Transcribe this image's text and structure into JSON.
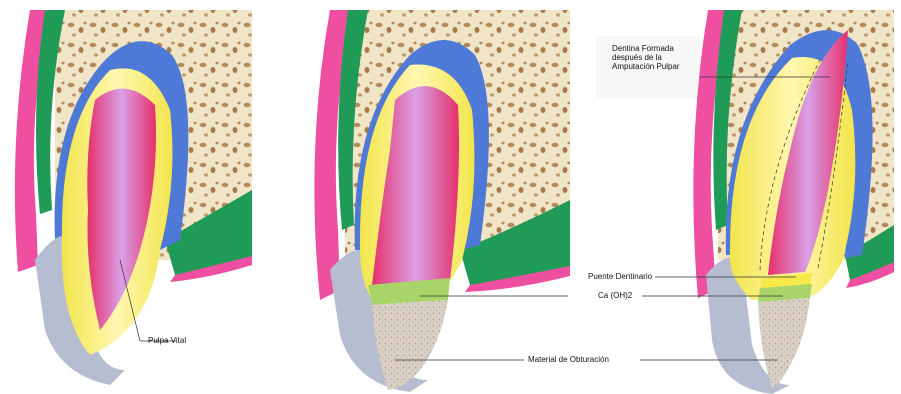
{
  "labels": {
    "dentina_formada": "Dentina Formada después de la Amputación Pulpar",
    "puente_dentinario": "Puente Dentinario",
    "ca_oh2": "Ca (OH)2",
    "pulpa_vital": "Pulpa Vital",
    "material_obturacion": "Material de Obturación"
  },
  "colors": {
    "background": "#ffffff",
    "bone": "#f1e5c8",
    "bone_pores": "#b58a5a",
    "gum_pink": "#ee4fa0",
    "gum_green": "#1f9a57",
    "enamel_blue": "#4f79d6",
    "dentin_yellow": "#f6e94a",
    "pulp_pink": "#e6306b",
    "pulp_lilac": "#c9a8e6",
    "crown_grey": "#b7bdd1",
    "calcium_hydroxide": "#a8d46a",
    "filling": "#d9cfc4"
  }
}
